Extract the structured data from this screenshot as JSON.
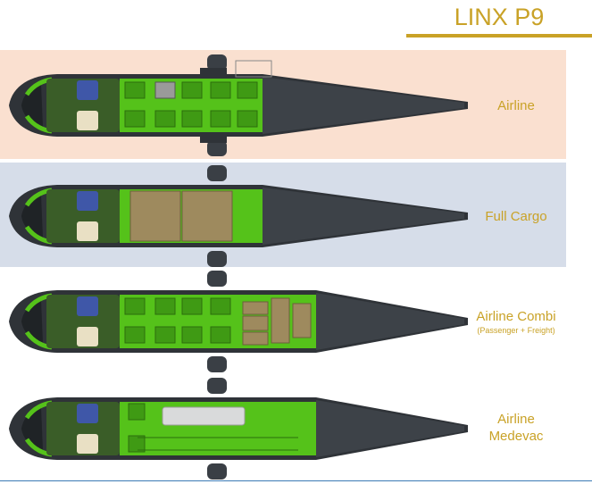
{
  "header": {
    "title": "LINX P9"
  },
  "configurations": [
    {
      "label": "Airline",
      "sublabel": "",
      "layout": "seats"
    },
    {
      "label": "Full Cargo",
      "sublabel": "",
      "layout": "cargo"
    },
    {
      "label": "Airline Combi",
      "sublabel": "(Passenger + Freight)",
      "layout": "combi"
    },
    {
      "label": "Airline\nMedevac",
      "sublabel": "",
      "layout": "medevac"
    }
  ],
  "colors": {
    "accent": "#c9a227",
    "band_airline": "#fae0d0",
    "band_cargo": "#d6dde9",
    "cabin_green": "#55c21a",
    "tail_dark": "#2f3338",
    "cargo_tan": "#9e8a5e"
  }
}
